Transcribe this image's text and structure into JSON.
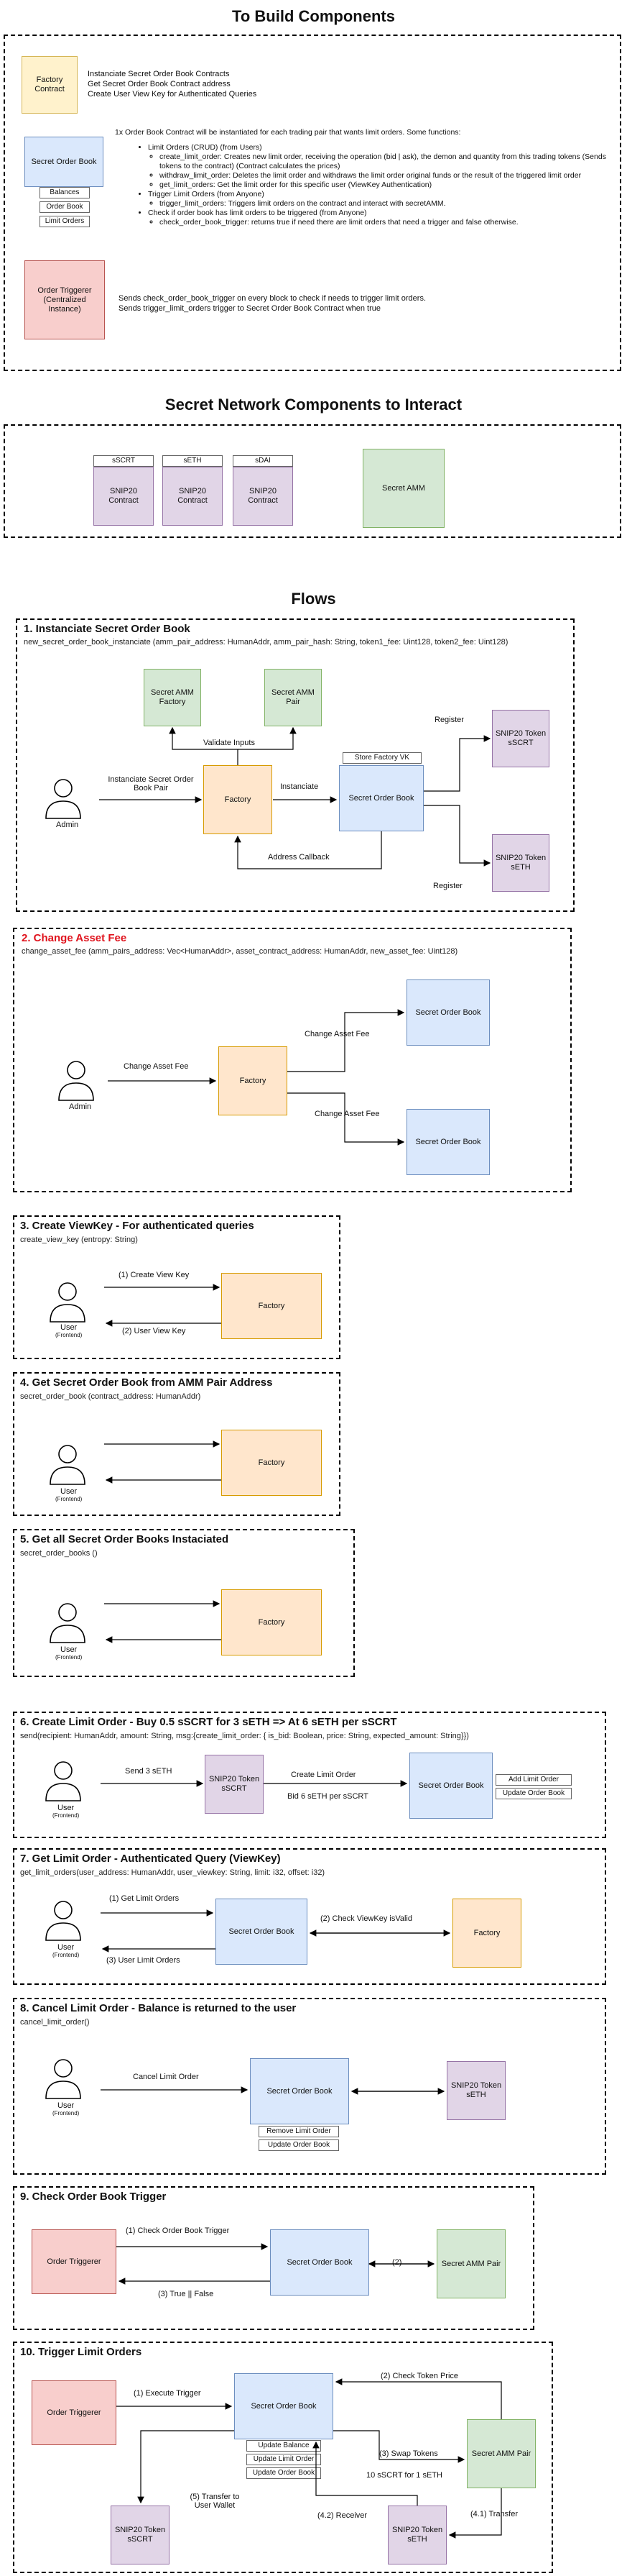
{
  "heading_build": "To Build Components",
  "heading_network": "Secret Network Components to Interact",
  "heading_flows": "Flows",
  "build": {
    "factory": "Factory Contract",
    "factory_desc": [
      "Instanciate Secret Order Book Contracts",
      "Get Secret Order Book Contract address",
      "Create User View Key for Authenticated Queries"
    ],
    "sob": "Secret Order Book",
    "sob_tags": [
      "Balances",
      "Order Book",
      "Limit Orders"
    ],
    "sob_intro": "1x Order Book Contract will be instantiated for each trading pair that wants limit orders. Some functions:",
    "sob_items": {
      "limit_orders": "Limit Orders (CRUD) (from Users)",
      "create": "create_limit_order: Creates new limit order, receiving the operation (bid | ask), the demon and quantity from this trading tokens (Sends tokens to the contract) (Contract calculates the prices)",
      "withdraw": "withdraw_limit_order: Deletes the limit order and withdraws the limit order original funds or the result of the triggered limit order",
      "get": "get_limit_orders: Get the limit order for this specific user (ViewKey Authentication)",
      "trigger": "Trigger Limit Orders (from Anyone)",
      "trigger_sub": "trigger_limit_orders: Triggers limit orders on the contract and interact with secretAMM.",
      "check": "Check if order book has limit orders to be triggered (from Anyone)",
      "check_sub": "check_order_book_trigger: returns true if need there are limit orders that need a trigger and false otherwise."
    },
    "trigger": "Order Triggerer (Centralized Instance)",
    "trigger_desc": [
      "Sends check_order_book_trigger on every block to check if needs to trigger limit orders.",
      "Sends trigger_limit_orders trigger to Secret Order Book Contract when true"
    ]
  },
  "network": {
    "tokens": [
      {
        "tag": "sSCRT",
        "label": "SNIP20 Contract"
      },
      {
        "tag": "sETH",
        "label": "SNIP20 Contract"
      },
      {
        "tag": "sDAI",
        "label": "SNIP20 Contract"
      }
    ],
    "amm": "Secret AMM"
  },
  "f1": {
    "title": "1. Instanciate Secret Order Book",
    "sig": "new_secret_order_book_instanciate (amm_pair_address: HumanAddr, amm_pair_hash: String, token1_fee: Uint128, token2_fee: Uint128)",
    "amm_factory": "Secret AMM Factory",
    "amm_pair": "Secret AMM Pair",
    "validate": "Validate Inputs",
    "admin": "Admin",
    "inst_pair": "Instanciate Secret Order Book Pair",
    "factory": "Factory",
    "instanciate": "Instanciate",
    "store_vk": "Store Factory VK",
    "sob": "Secret Order Book",
    "callback": "Address Callback",
    "register1": "Register",
    "register2": "Register",
    "token1": "SNIP20 Token sSCRT",
    "token2": "SNIP20 Token sETH"
  },
  "f2": {
    "title": "2. Change Asset Fee",
    "sig": "change_asset_fee (amm_pairs_address: Vec<HumanAddr>, asset_contract_address: HumanAddr, new_asset_fee: Uint128)",
    "admin": "Admin",
    "change": "Change Asset Fee",
    "factory": "Factory",
    "change1": "Change Asset Fee",
    "change2": "Change Asset Fee",
    "sob1": "Secret Order Book",
    "sob2": "Secret Order Book"
  },
  "f3": {
    "title": "3. Create ViewKey - For authenticated queries",
    "sig": "create_view_key (entropy: String)",
    "user": "User",
    "frontend": "(Frontend)",
    "a1": "(1) Create View Key",
    "a2": "(2) User View Key",
    "factory": "Factory"
  },
  "f4": {
    "title": "4. Get Secret Order Book from AMM Pair Address",
    "sig": "secret_order_book (contract_address: HumanAddr)",
    "user": "User",
    "frontend": "(Frontend)",
    "factory": "Factory"
  },
  "f5": {
    "title": "5. Get all Secret Order Books Instaciated",
    "sig": "secret_order_books ()",
    "user": "User",
    "frontend": "(Frontend)",
    "factory": "Factory"
  },
  "f6": {
    "title": "6. Create Limit Order - Buy 0.5 sSCRT for 3 sETH => At 6 sETH per sSCRT",
    "sig": "send(recipient: HumanAddr, amount: String, msg:{create_limit_order: { is_bid: Boolean, price: String, expected_amount: String}})",
    "user": "User",
    "frontend": "(Frontend)",
    "send": "Send 3 sETH",
    "token": "SNIP20 Token sSCRT",
    "create": "Create Limit Order",
    "bid": "Bid 6 sETH per sSCRT",
    "sob": "Secret Order Book",
    "tags": [
      "Add Limit Order",
      "Update Order Book"
    ]
  },
  "f7": {
    "title": "7. Get Limit Order - Authenticated Query (ViewKey)",
    "sig": "get_limit_orders(user_address: HumanAddr, user_viewkey: String, limit: i32, offset: i32)",
    "user": "User",
    "frontend": "(Frontend)",
    "a1": "(1) Get Limit Orders",
    "a2": "(3) User Limit Orders",
    "a3": "(2) Check ViewKey isValid",
    "sob": "Secret Order Book",
    "factory": "Factory"
  },
  "f8": {
    "title": "8. Cancel Limit Order - Balance is returned to the user",
    "sig": "cancel_limit_order()",
    "user": "User",
    "frontend": "(Frontend)",
    "cancel": "Cancel Limit Order",
    "sob": "Secret Order Book",
    "tags": [
      "Remove Limit Order",
      "Update Order Book"
    ],
    "token": "SNIP20 Token sETH"
  },
  "f9": {
    "title": "9. Check Order Book Trigger",
    "trigger": "Order Triggerer",
    "a1": "(1) Check Order Book Trigger",
    "a2": "(3) True || False",
    "a3": "(2)",
    "sob": "Secret Order Book",
    "amm": "Secret AMM Pair"
  },
  "f10": {
    "title": "10. Trigger Limit Orders",
    "trigger": "Order Triggerer",
    "a1": "(1) Execute Trigger",
    "sob": "Secret Order Book",
    "tags": [
      "Update Balance",
      "Update Limit Order",
      "Update Order Book"
    ],
    "check_price": "(2) Check Token Price",
    "swap": "(3) Swap Tokens",
    "rate": "10 sSCRT for 1 sETH",
    "amm": "Secret AMM Pair",
    "transfer_user": "(5) Transfer to User Wallet",
    "receiver": "(4.2) Receiver",
    "transfer": "(4.1) Transfer",
    "token1": "SNIP20 Token sSCRT",
    "token2": "SNIP20 Token sETH"
  }
}
